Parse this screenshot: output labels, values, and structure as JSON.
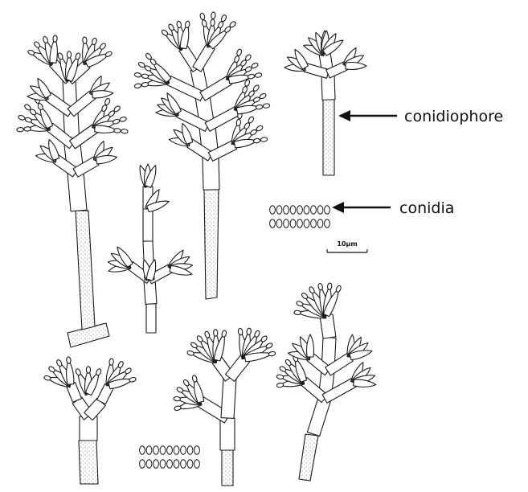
{
  "labels": {
    "conidiophore": "conidiophore",
    "conidia": "conidia"
  },
  "scale_bar": {
    "label": "10µm"
  },
  "colors": {
    "ink": "#1a1a1a",
    "background": "#ffffff",
    "stipple": "#555555"
  }
}
